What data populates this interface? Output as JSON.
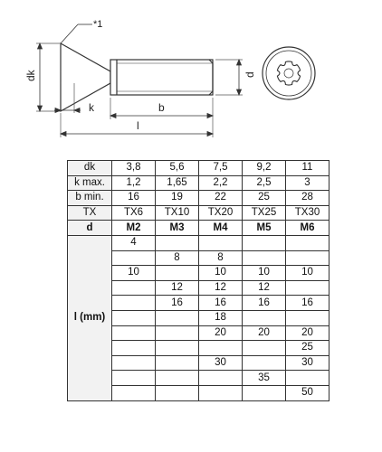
{
  "drawing": {
    "footnote": "*1",
    "dim_dk": "dk",
    "dim_k": "k",
    "dim_b": "b",
    "dim_l": "l",
    "dim_d": "d"
  },
  "table": {
    "rows": [
      {
        "label": "dk",
        "values": [
          "3,8",
          "5,6",
          "7,5",
          "9,2",
          "11"
        ]
      },
      {
        "label": "k max.",
        "values": [
          "1,2",
          "1,65",
          "2,2",
          "2,5",
          "3"
        ]
      },
      {
        "label": "b min.",
        "values": [
          "16",
          "19",
          "22",
          "25",
          "28"
        ]
      },
      {
        "label": "TX",
        "values": [
          "TX6",
          "TX10",
          "TX20",
          "TX25",
          "TX30"
        ]
      },
      {
        "label": "d",
        "values": [
          "M2",
          "M3",
          "M4",
          "M5",
          "M6"
        ]
      }
    ],
    "length_label": "l (mm)",
    "lengths": [
      [
        "4",
        "",
        "",
        "",
        ""
      ],
      [
        "",
        "8",
        "8",
        "",
        ""
      ],
      [
        "10",
        "",
        "10",
        "10",
        "10"
      ],
      [
        "",
        "12",
        "12",
        "12",
        ""
      ],
      [
        "",
        "16",
        "16",
        "16",
        "16"
      ],
      [
        "",
        "",
        "18",
        "",
        ""
      ],
      [
        "",
        "",
        "20",
        "20",
        "20"
      ],
      [
        "",
        "",
        "",
        "",
        "25"
      ],
      [
        "",
        "",
        "30",
        "",
        "30"
      ],
      [
        "",
        "",
        "",
        "35",
        ""
      ],
      [
        "",
        "",
        "",
        "",
        "50"
      ]
    ]
  }
}
